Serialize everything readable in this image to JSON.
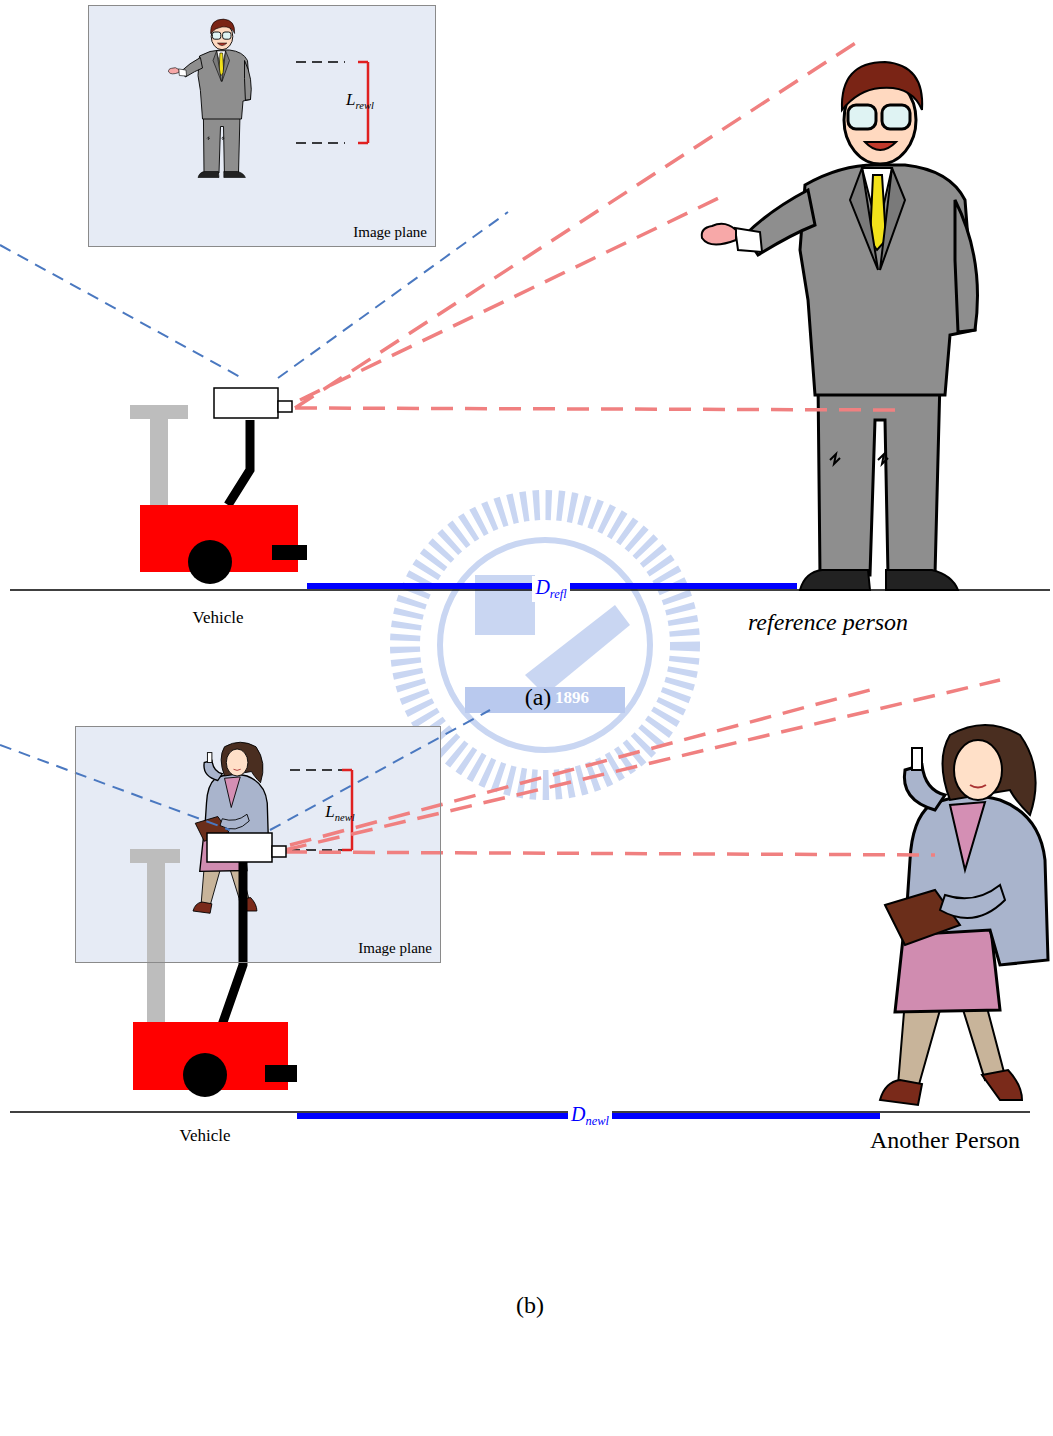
{
  "diagram": {
    "nodes": [
      {
        "text": [
          "Lrewl",
          "Image plane"
        ]
      },
      {
        "text": [
          "Lnewl",
          "Image plane"
        ]
      }
    ],
    "labels": [
      "Vehicle",
      "Drefl",
      "reference person",
      "1896",
      "(a)",
      "Vehicle",
      "Dnewl",
      "Another Person",
      "(b)"
    ]
  }
}
